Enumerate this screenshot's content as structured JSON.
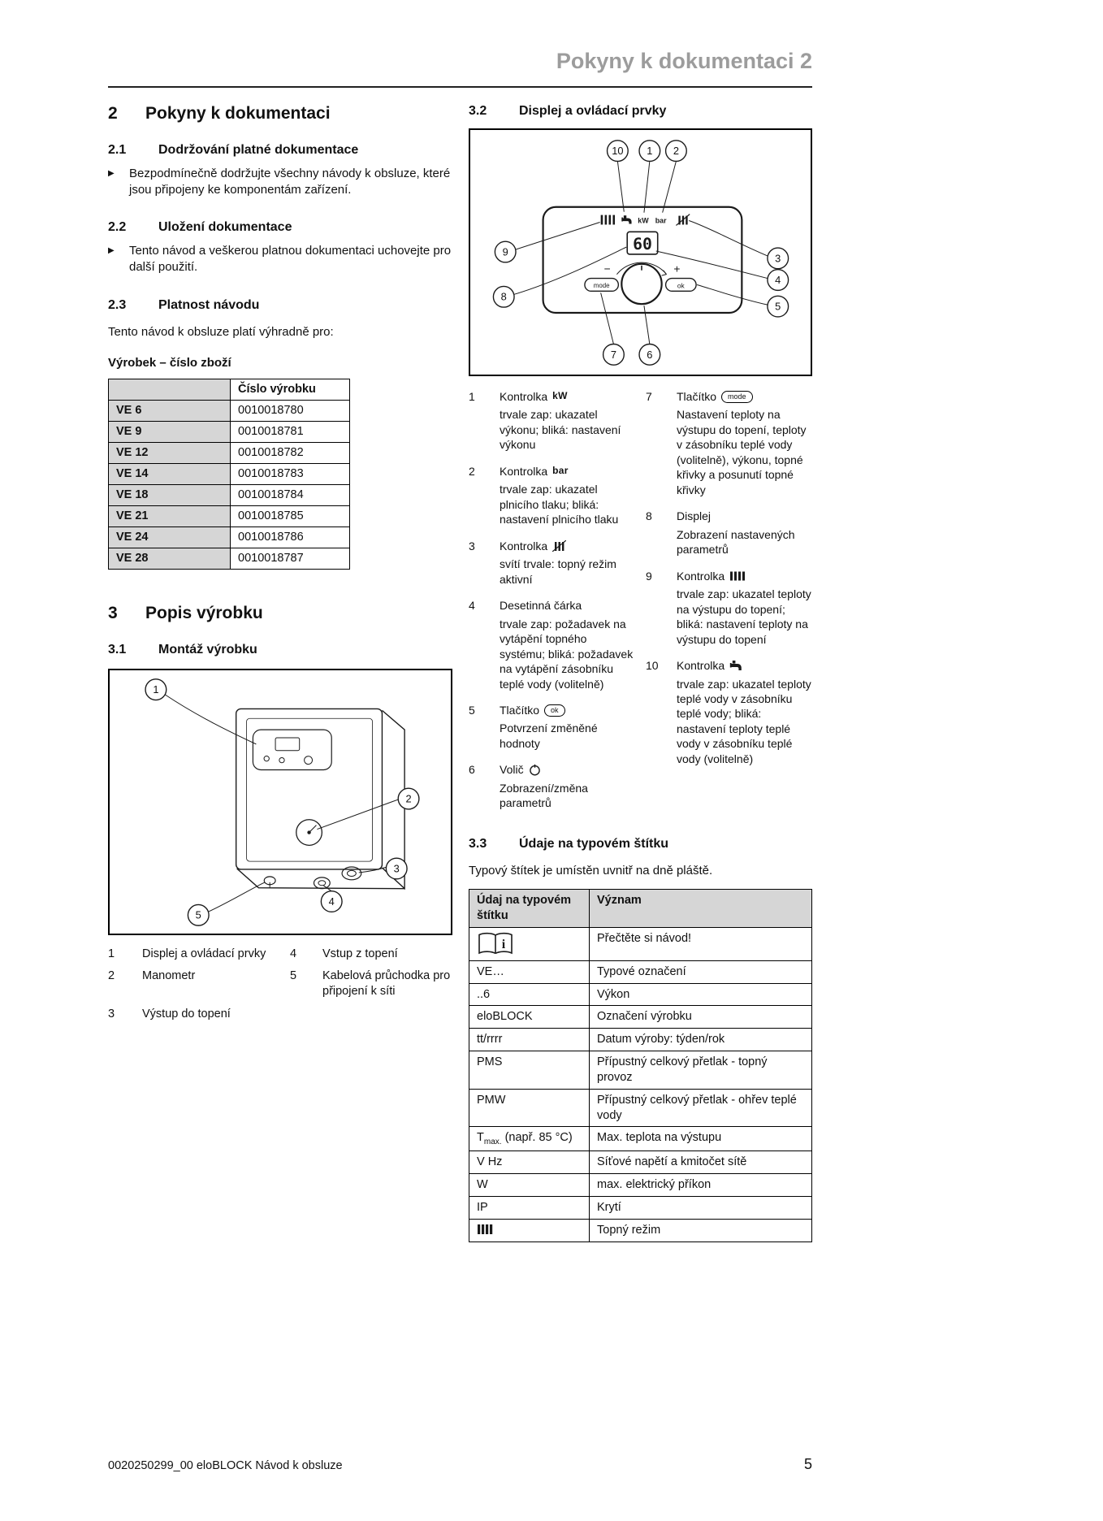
{
  "page": {
    "header_title": "Pokyny k dokumentaci 2",
    "footer_left": "0020250299_00 eloBLOCK Návod k obsluze",
    "footer_page": "5"
  },
  "glyphs": {
    "bullet": "▶",
    "info_i": "i"
  },
  "sec2": {
    "num": "2",
    "title": "Pokyny k dokumentaci"
  },
  "sec21": {
    "num": "2.1",
    "title": "Dodržování platné dokumentace",
    "bullet": "Bezpodmínečně dodržujte všechny návody k obsluze, které jsou připojeny ke komponentám zařízení."
  },
  "sec22": {
    "num": "2.2",
    "title": "Uložení dokumentace",
    "bullet": "Tento návod a veškerou platnou dokumentaci uchovejte pro další použití."
  },
  "sec23": {
    "num": "2.3",
    "title": "Platnost návodu",
    "intro": "Tento návod k obsluze platí výhradně pro:",
    "table_caption": "Výrobek – číslo zboží"
  },
  "product_table": {
    "col_header": "Číslo výrobku",
    "rows": [
      {
        "model": "VE 6",
        "number": "0010018780"
      },
      {
        "model": "VE 9",
        "number": "0010018781"
      },
      {
        "model": "VE 12",
        "number": "0010018782"
      },
      {
        "model": "VE 14",
        "number": "0010018783"
      },
      {
        "model": "VE 18",
        "number": "0010018784"
      },
      {
        "model": "VE 21",
        "number": "0010018785"
      },
      {
        "model": "VE 24",
        "number": "0010018786"
      },
      {
        "model": "VE 28",
        "number": "0010018787"
      }
    ]
  },
  "sec3": {
    "num": "3",
    "title": "Popis výrobku"
  },
  "sec31": {
    "num": "3.1",
    "title": "Montáž výrobku"
  },
  "mount_legend": [
    {
      "num": "1",
      "label": "Displej a ovládací prvky"
    },
    {
      "num": "2",
      "label": "Manometr"
    },
    {
      "num": "3",
      "label": "Výstup do topení"
    },
    {
      "num": "4",
      "label": "Vstup z topení"
    },
    {
      "num": "5",
      "label": "Kabelová průchodka pro připojení k síti"
    }
  ],
  "sec32": {
    "num": "3.2",
    "title": "Displej a ovládací prvky"
  },
  "panel": {
    "display_value": "60",
    "minus": "−",
    "plus": "+",
    "kw_label": "kW",
    "bar_label": "bar",
    "mode_label": "mode",
    "ok_label": "ok",
    "callouts": [
      "1",
      "2",
      "3",
      "4",
      "5",
      "6",
      "7",
      "8",
      "9",
      "10"
    ]
  },
  "display_legend": {
    "left": [
      {
        "num": "1",
        "term": "Kontrolka",
        "term2": "kW",
        "desc": "trvale zap: ukazatel výkonu; bliká: nastavení výkonu"
      },
      {
        "num": "2",
        "term": "Kontrolka",
        "term2": "bar",
        "desc": "trvale zap: ukazatel plnicího tlaku; bliká: nastavení plnicího tlaku"
      },
      {
        "num": "3",
        "term": "Kontrolka",
        "desc": "svítí trvale: topný režim aktivní"
      },
      {
        "num": "4",
        "term": "Desetinná čárka",
        "desc": "trvale zap: požadavek na vytápění topného systému; bliká: požadavek na vytápění zásobníku teplé vody (volitelně)"
      },
      {
        "num": "5",
        "term": "Tlačítko",
        "desc": "Potvrzení změněné hodnoty"
      },
      {
        "num": "6",
        "term": "Volič",
        "desc": "Zobrazení/změna parametrů"
      }
    ],
    "right": [
      {
        "num": "7",
        "term": "Tlačítko",
        "desc": "Nastavení teploty na výstupu do topení, teploty v zásobníku teplé vody (volitelně), výkonu, topné křivky a posunutí topné křivky"
      },
      {
        "num": "8",
        "term": "Displej",
        "desc": "Zobrazení nastavených parametrů"
      },
      {
        "num": "9",
        "term": "Kontrolka",
        "desc": "trvale zap: ukazatel teploty na výstupu do topení; bliká: nastavení teploty na výstupu do topení"
      },
      {
        "num": "10",
        "term": "Kontrolka",
        "desc": "trvale zap: ukazatel teploty teplé vody v zásobníku teplé vody; bliká: nastavení teploty teplé vody v zásobníku teplé vody (volitelně)"
      }
    ]
  },
  "sec33": {
    "num": "3.3",
    "title": "Údaje na typovém štítku",
    "intro": "Typový štítek je umístěn uvnitř na dně pláště."
  },
  "typeplate_table": {
    "header": {
      "c1": "Údaj na typovém štítku",
      "c2": "Význam"
    },
    "rows": [
      {
        "c1": "",
        "c2": "Přečtěte si návod!"
      },
      {
        "c1": "VE…",
        "c2": "Typové označení"
      },
      {
        "c1": "..6",
        "c2": "Výkon"
      },
      {
        "c1": "eloBLOCK",
        "c2": "Označení výrobku"
      },
      {
        "c1": "tt/rrrr",
        "c2": "Datum výroby: týden/rok"
      },
      {
        "c1": "PMS",
        "c2": "Přípustný celkový přetlak - topný provoz"
      },
      {
        "c1": "PMW",
        "c2": "Přípustný celkový přetlak - ohřev teplé vody"
      },
      {
        "c1_main": "T",
        "c1_sub": "max.",
        "c1_rest": "(např. 85 °C)",
        "c2": "Max. teplota na výstupu"
      },
      {
        "c1": "V Hz",
        "c2": "Síťové napětí a kmitočet sítě"
      },
      {
        "c1": "W",
        "c2": "max. elektrický příkon"
      },
      {
        "c1": "IP",
        "c2": "Krytí"
      },
      {
        "c1": "",
        "c2": "Topný režim"
      }
    ]
  }
}
